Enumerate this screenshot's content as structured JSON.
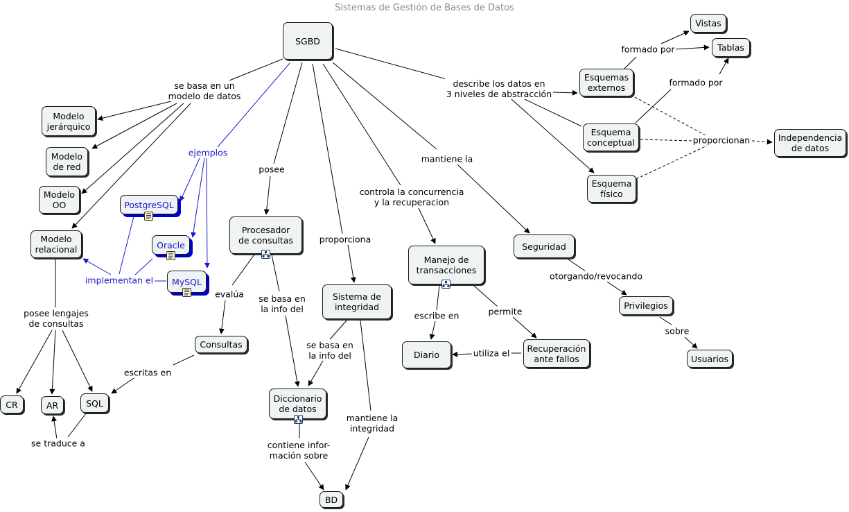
{
  "title": "Sistemas de Gestión de Bases de Datos",
  "nodes": {
    "sgbd": "SGBD",
    "vistas": "Vistas",
    "tablas": "Tablas",
    "esquemas_externos": "Esquemas\nexternos",
    "esquema_conceptual": "Esquema\nconceptual",
    "esquema_fisico": "Esquema\nfísico",
    "independencia": "Independencia\nde datos",
    "modelo_jerarquico": "Modelo\njerárquico",
    "modelo_red": "Modelo\nde red",
    "modelo_oo": "Modelo\nOO",
    "modelo_relacional": "Modelo\nrelacional",
    "postgresql": "PostgreSQL",
    "oracle": "Oracle",
    "mysql": "MySQL",
    "procesador": "Procesador\nde consultas",
    "consultas": "Consultas",
    "sistema_integridad": "Sistema de\nintegridad",
    "manejo_transacciones": "Manejo de\ntransacciones",
    "seguridad": "Seguridad",
    "privilegios": "Privilegios",
    "usuarios": "Usuarios",
    "diario": "Diario",
    "recuperacion": "Recuperación\nante fallos",
    "diccionario": "Diccionario\nde datos",
    "bd": "BD",
    "cr": "CR",
    "ar": "AR",
    "sql": "SQL"
  },
  "labels": {
    "se_basa_modelo": "se basa en un\nmodelo de datos",
    "ejemplos": "ejemplos",
    "implementan": "implementan el",
    "posee": "posee",
    "proporciona": "proporciona",
    "controla": "controla la concurrencia\ny la recuperacion",
    "mantiene_la": "mantiene la",
    "describe": "describe los datos en\n3 niveles de abstracción",
    "formado_por_1": "formado por",
    "formado_por_2": "formado por",
    "proporcionan": "proporcionan",
    "posee_lenguajes": "posee lengajes\nde consultas",
    "evalua": "evalúa",
    "se_basa_info_1": "se basa en\nla info del",
    "se_basa_info_2": "se basa en\nla info del",
    "escritas_en": "escritas en",
    "se_traduce": "se traduce a",
    "escribe_en": "escribe en",
    "permite": "permite",
    "utiliza_el": "utiliza el",
    "otorgando": "otorgando/revocando",
    "sobre": "sobre",
    "contiene": "contiene infor-\nmación sobre",
    "mantiene_integridad": "mantiene la\nintegridad"
  },
  "colors": {
    "link": "#000000",
    "example_link": "#1a1acc",
    "node_fill": "#eff3f4",
    "title": "#8a8a8a"
  },
  "icons": {
    "doc": "document-icon",
    "sub": "submap-icon"
  }
}
